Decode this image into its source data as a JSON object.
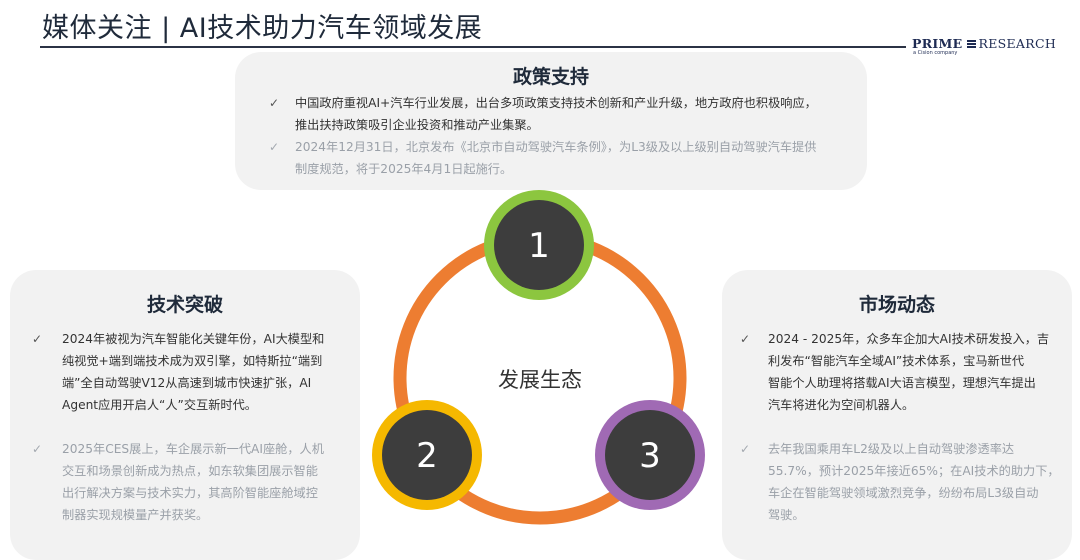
{
  "header": {
    "title": "媒体关注 | AI技术助力汽车领域发展",
    "logo": {
      "prime": "PRIME",
      "research": "RESEARCH",
      "tagline": "a Cision company"
    }
  },
  "policy": {
    "title": "政策支持",
    "bullets": [
      {
        "lines": [
          "中国政府重视AI+汽车行业发展，出台多项政策支持技术创新和产业升级，地方政府也积极响应，",
          "推出扶持政策吸引企业投资和推动产业集聚。"
        ]
      },
      {
        "lines": [
          "2024年12月31日，北京发布《北京市自动驾驶汽车条例》，为L3级及以上级别自动驾驶汽车提供",
          "制度规范，将于2025年4月1日起施行。"
        ]
      }
    ]
  },
  "tech": {
    "title": "技术突破",
    "bullets": [
      {
        "lines": [
          "2024年被视为汽车智能化关键年份，AI大模型和",
          "纯视觉+端到端技术成为双引擎，如特斯拉“端到",
          "端”全自动驾驶V12从高速到城市快速扩张，AI",
          "Agent应用开启人“人”交互新时代。"
        ]
      },
      {
        "lines": [
          "2025年CES展上，车企展示新一代AI座舱，人机",
          "交互和场景创新成为热点，如东软集团展示智能",
          "出行解决方案与技术实力，其高阶智能座舱域控",
          "制器实现规模量产并获奖。"
        ]
      }
    ]
  },
  "market": {
    "title": "市场动态",
    "bullets": [
      {
        "lines": [
          "2024 - 2025年，众多车企加大AI技术研发投入，吉",
          "利发布“智能汽车全域AI”技术体系，宝马新世代",
          "智能个人助理将搭载AI大语言模型，理想汽车提出",
          "汽车将进化为空间机器人。"
        ]
      },
      {
        "lines": [
          "去年我国乘用车L2级及以上自动驾驶渗透率达",
          "55.7%，预计2025年接近65%；在AI技术的助力下，",
          "车企在智能驾驶领域激烈竞争，纷纷布局L3级自动",
          "驾驶。"
        ]
      }
    ]
  },
  "diagram": {
    "center_label": "发展生态",
    "nodes": [
      {
        "number": "1",
        "ring_color": "#8cc63f"
      },
      {
        "number": "2",
        "ring_color": "#f5b800"
      },
      {
        "number": "3",
        "ring_color": "#a06ab4"
      }
    ],
    "circle_color": "#ed7d31",
    "node_fill": "#3d3d3d"
  },
  "check_glyph": "✓"
}
